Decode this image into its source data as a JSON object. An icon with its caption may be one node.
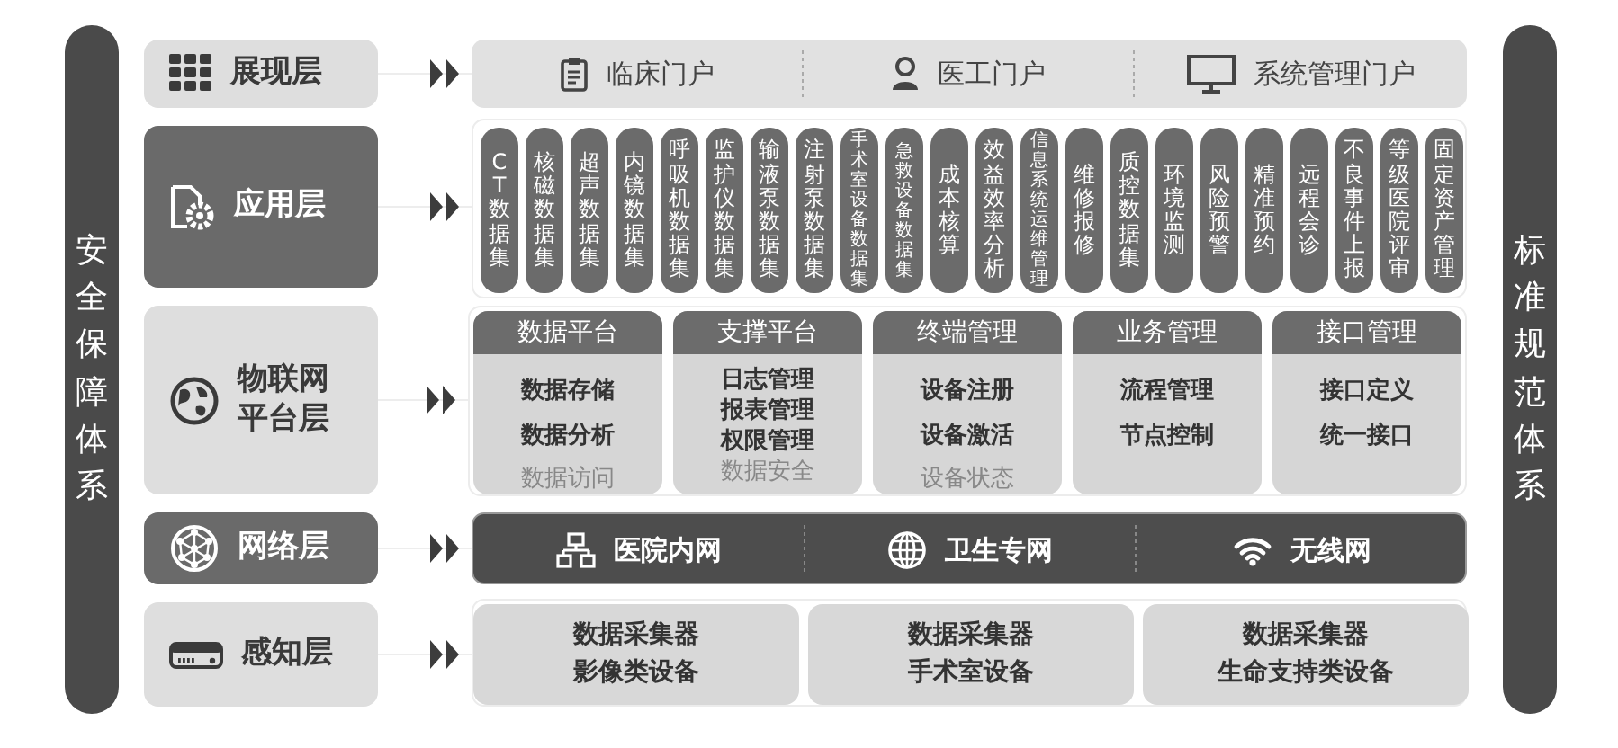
{
  "diagram": {
    "nodes": [
      {
        "text": [
          "安全保障体系"
        ]
      },
      {
        "text": [
          "展现层"
        ]
      },
      {
        "text": [
          "应用层"
        ]
      },
      {
        "text": [
          "物联网平台层"
        ]
      },
      {
        "text": [
          "网络层"
        ]
      },
      {
        "text": [
          "感知层"
        ]
      },
      {
        "text": [],
        "shape": "box"
      },
      {
        "text": [
          "临床门户"
        ],
        "in": 6
      },
      {
        "text": [
          "医工门户"
        ],
        "in": 6
      },
      {
        "text": [
          "系统管理门户"
        ],
        "in": 6
      },
      {
        "text": [],
        "shape": "box"
      },
      {
        "text": [
          "CT数据集"
        ],
        "in": 10
      },
      {
        "text": [
          "核磁数据集"
        ],
        "in": 10
      },
      {
        "text": [
          "超声数据集"
        ],
        "in": 10
      },
      {
        "text": [
          "内镜数据集"
        ],
        "in": 10
      },
      {
        "text": [
          "呼吸机数据集"
        ],
        "in": 10
      },
      {
        "text": [
          "监护仪数据集"
        ],
        "in": 10
      },
      {
        "text": [
          "输液泵数据集"
        ],
        "in": 10
      },
      {
        "text": [
          "注射泵数据集"
        ],
        "in": 10
      },
      {
        "text": [
          "手术室设备数据集"
        ],
        "in": 10
      },
      {
        "text": [
          "急救设备数据集"
        ],
        "in": 10
      },
      {
        "text": [
          "成本核算"
        ],
        "in": 10
      },
      {
        "text": [
          "效益效率分析"
        ],
        "in": 10
      },
      {
        "text": [
          "信息系统运维管理"
        ],
        "in": 10
      },
      {
        "text": [
          "维修报修"
        ],
        "in": 10
      },
      {
        "text": [
          "质控数据集"
        ],
        "in": 10
      },
      {
        "text": [
          "环境监测"
        ],
        "in": 10
      },
      {
        "text": [
          "风险预警"
        ],
        "in": 10
      },
      {
        "text": [
          "精准预约"
        ],
        "in": 10
      },
      {
        "text": [
          "远程会诊"
        ],
        "in": 10
      },
      {
        "text": [
          "不良事件上报"
        ],
        "in": 10
      },
      {
        "text": [
          "等级医院评审"
        ],
        "in": 10
      },
      {
        "text": [
          "固定资产管理"
        ],
        "in": 10
      },
      {
        "text": [],
        "shape": "box"
      },
      {
        "text": [
          "数据平台",
          "数据存储",
          "数据分析",
          "数据访问"
        ],
        "in": 33
      },
      {
        "text": [
          "支撑平台",
          "日志管理",
          "报表管理",
          "权限管理",
          "数据安全"
        ],
        "in": 33
      },
      {
        "text": [
          "终端管理",
          "设备注册",
          "设备激活",
          "设备状态"
        ],
        "in": 33
      },
      {
        "text": [
          "业务管理",
          "流程管理",
          "节点控制"
        ],
        "in": 33
      },
      {
        "text": [
          "接口管理",
          "接口定义",
          "统一接口"
        ],
        "in": 33
      },
      {
        "text": [],
        "shape": "box"
      },
      {
        "text": [
          "医院内网"
        ],
        "in": 39
      },
      {
        "text": [
          "卫生专网"
        ],
        "in": 39
      },
      {
        "text": [
          "无线网"
        ],
        "in": 39
      },
      {
        "text": [],
        "shape": "box"
      },
      {
        "text": [
          "数据采集器",
          "影像类设备"
        ],
        "in": 43
      },
      {
        "text": [
          "数据采集器",
          "手术室设备"
        ],
        "in": 43
      },
      {
        "text": [
          "数据采集器",
          "生命支持类设备"
        ],
        "in": 43
      },
      {
        "text": [
          "标准规范体系"
        ]
      }
    ],
    "edges": [
      {
        "from": 1,
        "to": 6,
        "arrow": "to"
      },
      {
        "from": 2,
        "to": 10,
        "arrow": "to"
      },
      {
        "from": 3,
        "to": 33,
        "arrow": "to"
      },
      {
        "from": 4,
        "to": 39,
        "arrow": "to"
      },
      {
        "from": 5,
        "to": 43,
        "arrow": "to"
      }
    ]
  }
}
